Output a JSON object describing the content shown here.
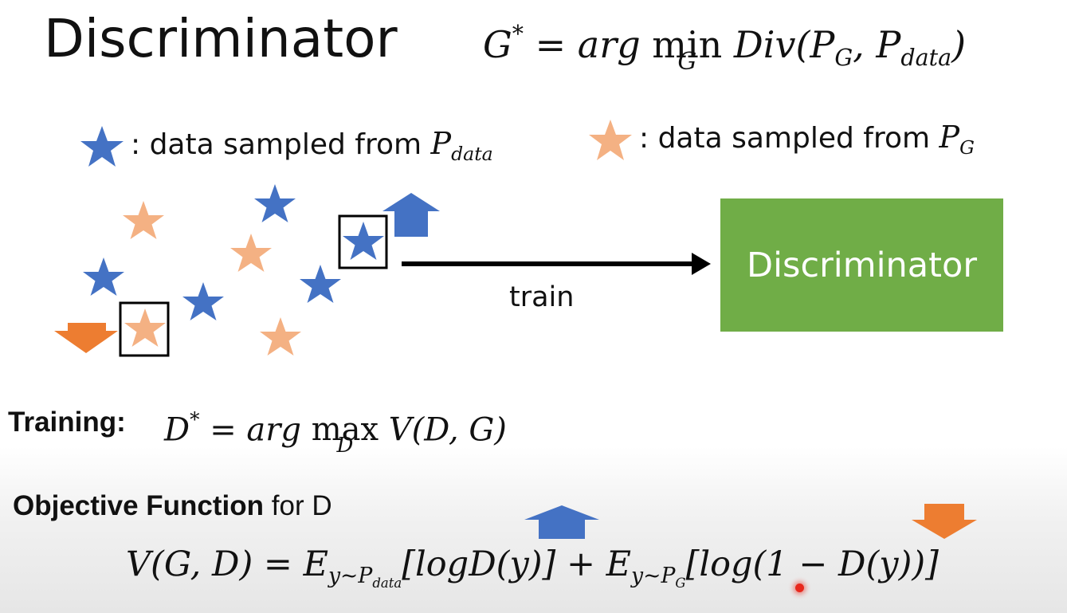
{
  "slide": {
    "title": "Discriminator",
    "generator_objective": {
      "lhs": "G",
      "lhs_sup": "*",
      "eq": " = arg ",
      "op": "min",
      "op_under": "G",
      "rhs_pre": " Div(P",
      "rhs_sub1": "G",
      "rhs_mid": ", P",
      "rhs_sub2": "data",
      "rhs_post": ")"
    },
    "legend": [
      {
        "icon": "blue-star-icon",
        "text": ": data sampled from ",
        "math": "P",
        "math_sub": "data",
        "color": "#4472c4"
      },
      {
        "icon": "orange-star-icon",
        "text": ": data sampled from ",
        "math": "P",
        "math_sub": "G",
        "color": "#f4b183"
      }
    ],
    "diagram": {
      "arrow_label": "train",
      "box_label": "Discriminator",
      "box_color": "#70ad47",
      "up_arrow_color": "#4472c4",
      "down_arrow_color": "#ed7d31"
    },
    "training": {
      "label": "Training:",
      "lhs": "D",
      "lhs_sup": "*",
      "eq": " = arg ",
      "op": "max",
      "op_under": "D",
      "rhs": " V(D, G)"
    },
    "objective": {
      "label_bold": "Objective Function",
      "label_rest": " for D",
      "v_lhs": "V(G, D) = E",
      "e1_sub": "y~P",
      "e1_subsub": "data",
      "term1": "[logD(y)] + E",
      "e2_sub": "y~P",
      "e2_subsub": "G",
      "term2": "[log(1 − D(y))]"
    }
  }
}
